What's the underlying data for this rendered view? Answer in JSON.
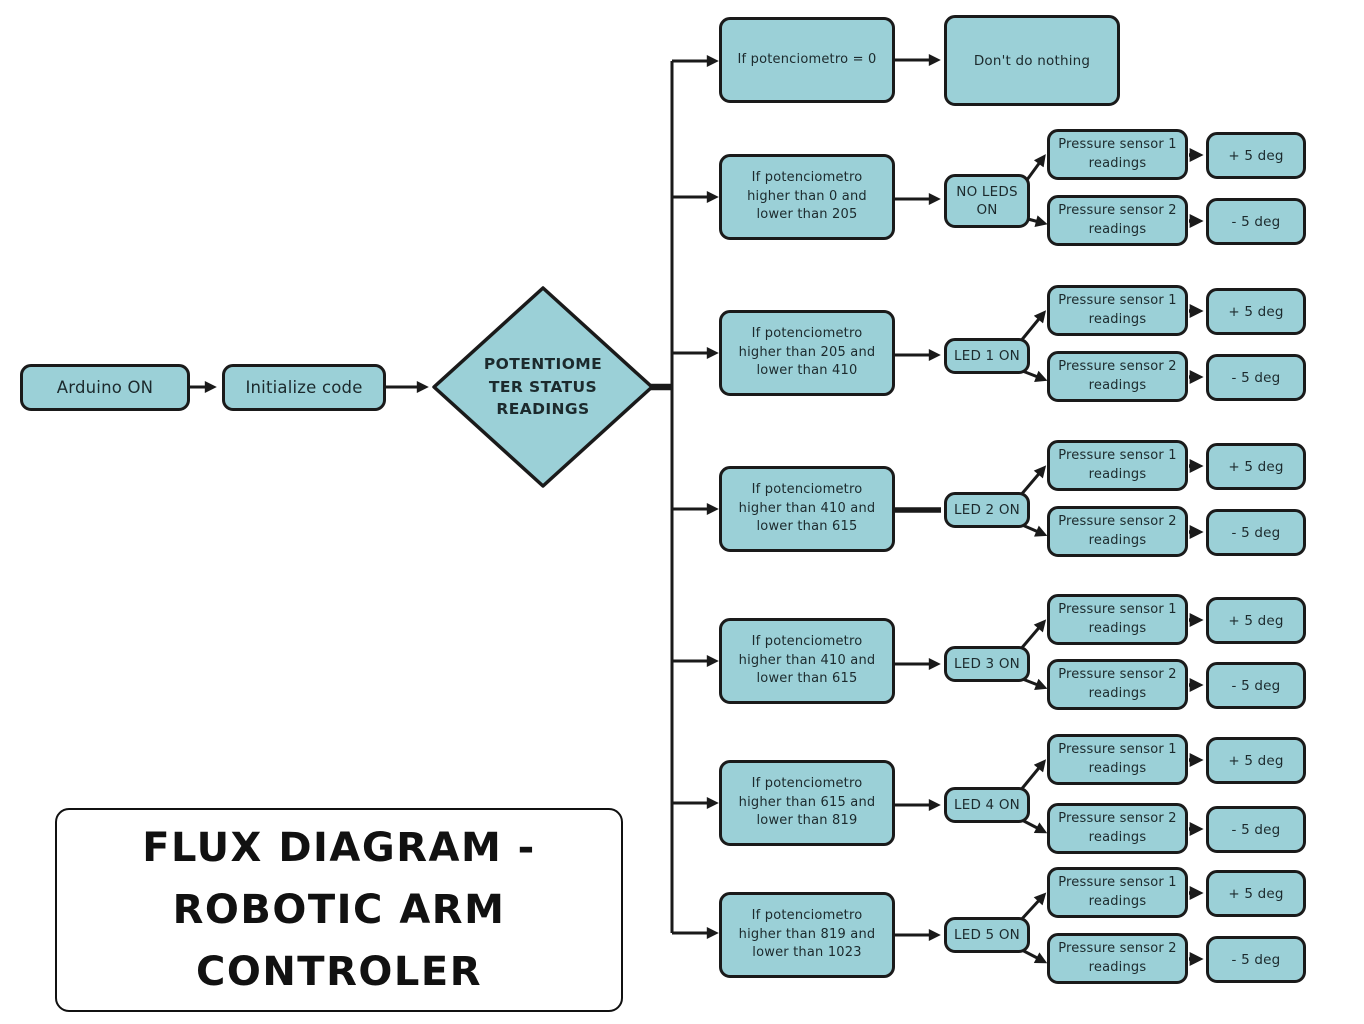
{
  "page_title": "Flux Diagram - Robotic Arm Controler",
  "colors": {
    "node_fill": "#9bd0d7",
    "node_border": "#1a1a1a",
    "connector": "#1a1a1a",
    "background": "#ffffff",
    "title_text": "#111111"
  },
  "nodes": {
    "start": "Arduino ON",
    "init": "Initialize code",
    "decision": "POTENTIOME\nTER STATUS\nREADINGS"
  },
  "title_box": "FLUX DIAGRAM -\nROBOTIC ARM\nCONTROLER",
  "rows": [
    {
      "condition": "If potenciometro = 0",
      "result": "Don't do nothing"
    },
    {
      "condition": "If potenciometro\nhigher than 0 and\nlower than 205",
      "led": "NO LEDS\nON",
      "sensor1": "Pressure sensor 1\nreadings",
      "action1": "+ 5 deg",
      "sensor2": "Pressure sensor 2\nreadings",
      "action2": "- 5 deg"
    },
    {
      "condition": "If potenciometro\nhigher than 205 and\nlower than 410",
      "led": "LED 1 ON",
      "sensor1": "Pressure sensor 1\nreadings",
      "action1": "+ 5 deg",
      "sensor2": "Pressure sensor 2\nreadings",
      "action2": "- 5 deg"
    },
    {
      "condition": "If potenciometro\nhigher than 410 and\nlower than 615",
      "led": "LED 2 ON",
      "sensor1": "Pressure sensor 1\nreadings",
      "action1": "+ 5 deg",
      "sensor2": "Pressure sensor 2\nreadings",
      "action2": "- 5 deg"
    },
    {
      "condition": "If potenciometro\nhigher than 410 and\nlower than 615",
      "led": "LED 3 ON",
      "sensor1": "Pressure sensor 1\nreadings",
      "action1": "+ 5 deg",
      "sensor2": "Pressure sensor 2\nreadings",
      "action2": "- 5 deg"
    },
    {
      "condition": "If potenciometro\nhigher than 615 and\nlower than 819",
      "led": "LED 4 ON",
      "sensor1": "Pressure sensor 1\nreadings",
      "action1": "+ 5 deg",
      "sensor2": "Pressure sensor 2\nreadings",
      "action2": "- 5 deg"
    },
    {
      "condition": "If potenciometro\nhigher than 819 and\nlower than 1023",
      "led": "LED 5 ON",
      "sensor1": "Pressure sensor 1\nreadings",
      "action1": "+ 5 deg",
      "sensor2": "Pressure sensor 2\nreadings",
      "action2": "- 5 deg"
    }
  ]
}
